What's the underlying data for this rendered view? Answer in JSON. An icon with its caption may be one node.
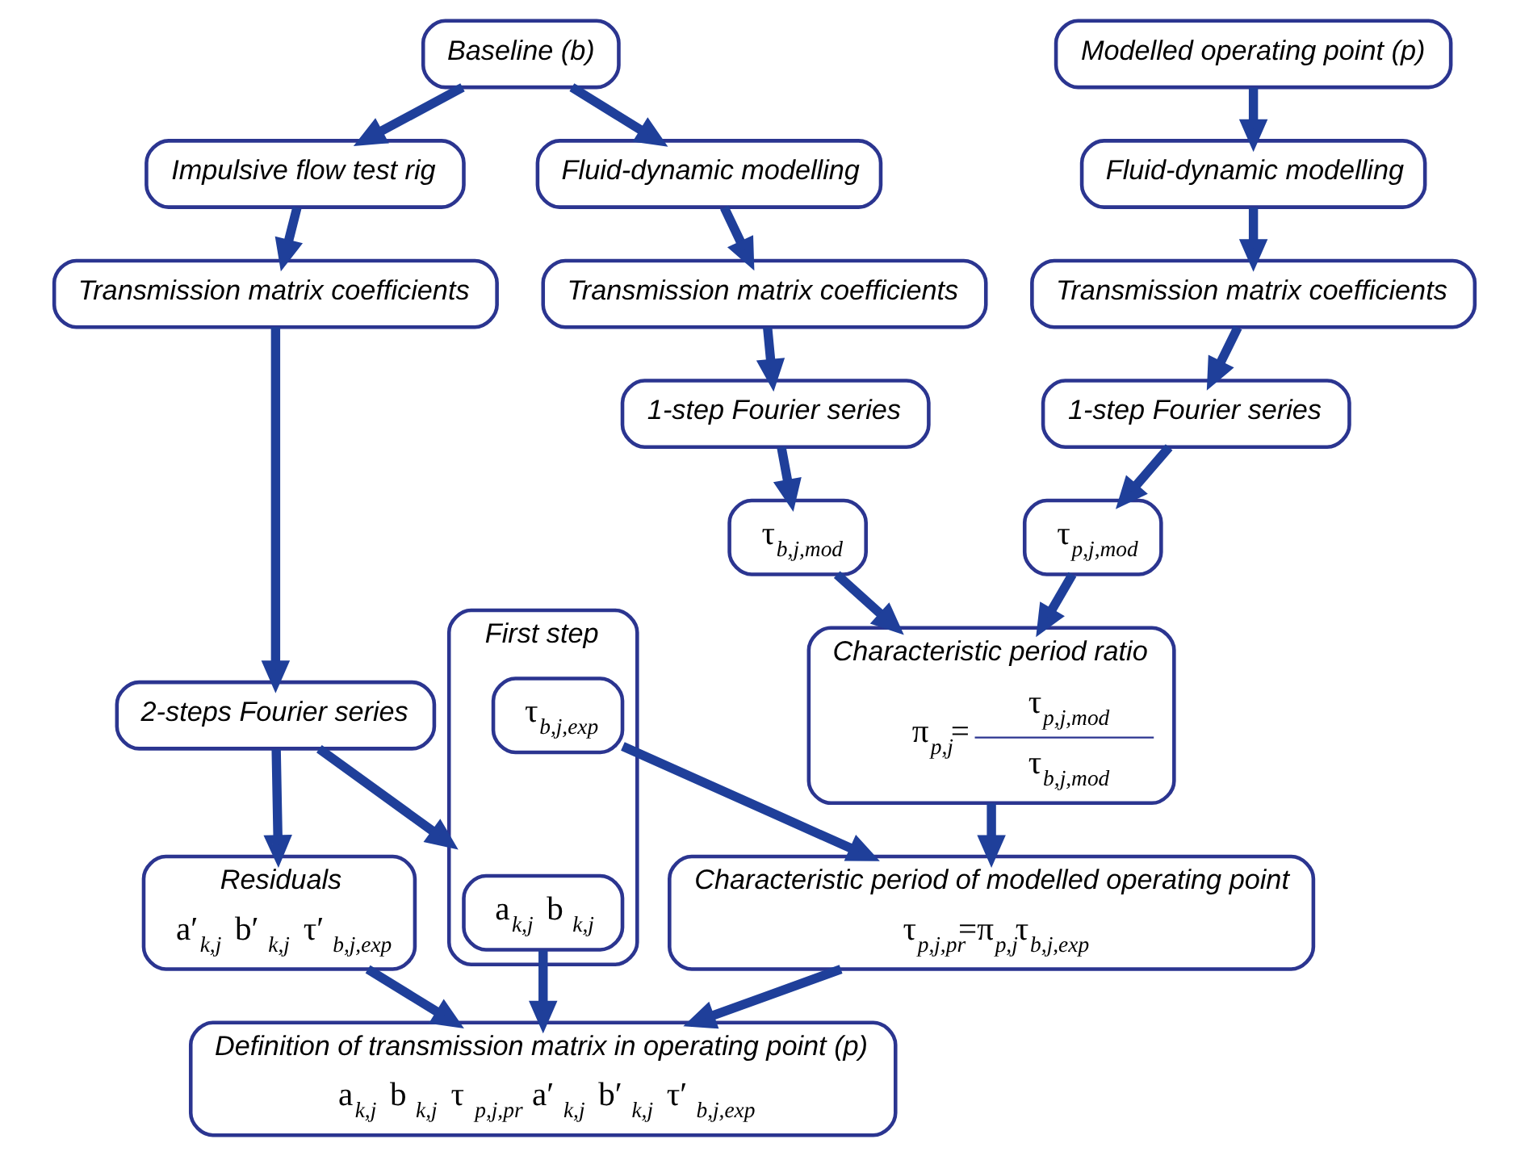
{
  "diagram": {
    "nodes": [
      {
        "text": [
          "Baseline (b)"
        ]
      },
      {
        "text": [
          "Modelled operating point (p)"
        ]
      },
      {
        "text": [
          "Impulsive flow test rig"
        ]
      },
      {
        "text": [
          "Fluid-dynamic modelling"
        ]
      },
      {
        "text": [
          "Fluid-dynamic modelling"
        ]
      },
      {
        "text": [
          "Transmission matrix coefficients"
        ]
      },
      {
        "text": [
          "Transmission matrix coefficients"
        ]
      },
      {
        "text": [
          "Transmission matrix coefficients"
        ]
      },
      {
        "text": [
          "2-steps Fourier series"
        ]
      },
      {
        "text": [
          "1-step Fourier series"
        ]
      },
      {
        "text": [
          "1-step Fourier series"
        ]
      },
      {
        "text": [
          "Residuals",
          "a′$_{k,j}$   b′$_{k,j}$   τ′$_{b,j,exp}$"
        ]
      },
      {
        "text": [
          "First step"
        ]
      },
      {
        "text": [
          "a$_{k,j}$   b$_{k,j}$"
        ],
        "in": 12
      },
      {
        "text": [
          "τ$_{b,j,exp}$"
        ],
        "in": 12
      },
      {
        "text": [
          "τ$_{b,j,mod}$"
        ]
      },
      {
        "text": [
          "τ$_{p,j,mod}$"
        ]
      },
      {
        "text": [
          "Characteristic period of modelled operating point",
          "τ$_{p,j,pr}$=π$_{p,j}$τ$_{b,j,exp}$"
        ]
      },
      {
        "text": [
          "Characteristic period ratio",
          "π$_{p,j}$=",
          "τ$_{p,j,mod}$",
          "τ$_{b,j,mod}$"
        ]
      },
      {
        "text": [
          "Definition of transmission matrix in operating point (p)",
          "a$_{k,j}$   b$_{k,j}$   τ$_{p,j,pr}$   a′$_{k,j}$   b′$_{k,j}$   τ′$_{b,j,exp}$"
        ]
      }
    ],
    "edges": [
      {
        "from": 0,
        "to": 2,
        "arrow": "to"
      },
      {
        "from": 0,
        "to": 3,
        "arrow": "to"
      },
      {
        "from": 1,
        "to": 4,
        "arrow": "to"
      },
      {
        "from": 2,
        "to": 5,
        "arrow": "to"
      },
      {
        "from": 3,
        "to": 6,
        "arrow": "to"
      },
      {
        "from": 4,
        "to": 7,
        "arrow": "to"
      },
      {
        "from": 5,
        "to": 8,
        "arrow": "to"
      },
      {
        "from": 6,
        "to": 9,
        "arrow": "to"
      },
      {
        "from": 7,
        "to": 10,
        "arrow": "to"
      },
      {
        "from": 8,
        "to": 11,
        "arrow": "to"
      },
      {
        "from": 8,
        "to": 12,
        "arrow": "to"
      },
      {
        "from": 9,
        "to": 15,
        "arrow": "to"
      },
      {
        "from": 10,
        "to": 16,
        "arrow": "to"
      },
      {
        "from": 15,
        "to": 18,
        "arrow": "to"
      },
      {
        "from": 16,
        "to": 18,
        "arrow": "to"
      },
      {
        "from": 18,
        "to": 17,
        "arrow": "to"
      },
      {
        "from": 14,
        "to": 17,
        "arrow": "to"
      },
      {
        "from": 11,
        "to": 19,
        "arrow": "to"
      },
      {
        "from": 13,
        "to": 19,
        "arrow": "to"
      },
      {
        "from": 17,
        "to": 19,
        "arrow": "to"
      }
    ]
  }
}
